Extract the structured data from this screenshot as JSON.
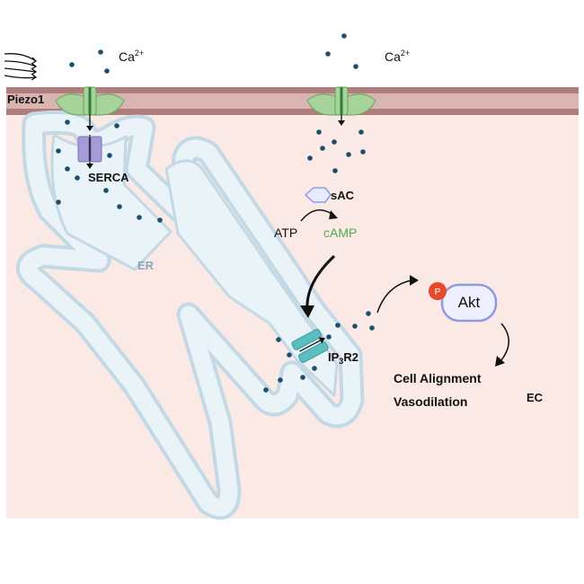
{
  "labels": {
    "piezo1": "Piezo1",
    "ca_left": "Ca",
    "ca_left_sup": "2+",
    "ca_right": "Ca",
    "ca_right_sup": "2+",
    "serca": "SERCA",
    "er": "ER",
    "sac": "sAC",
    "atp": "ATP",
    "camp": "cAMP",
    "ip3r2_main": "IP",
    "ip3r2_sub": "3",
    "ip3r2_tail": "R2",
    "p": "P",
    "akt": "Akt",
    "cell_alignment": "Cell Alignment",
    "vasodilation": "Vasodilation",
    "ec": "EC"
  },
  "colors": {
    "cytoplasm": "#fbe9e6",
    "membrane_outer": "#b07d7d",
    "membrane_inner": "#d9b4b1",
    "er_fill": "#eaf3f8",
    "er_stroke": "#c3d9e6",
    "channel_green": "#a6d39a",
    "channel_dark": "#2f7d3a",
    "serca": "#a59bd6",
    "ip3r": "#5cbfbf",
    "dot": "#1d4e6e",
    "camp": "#4caf50",
    "er_text": "#8aa7c2",
    "p_badge": "#e8482b",
    "akt_stroke": "#8f9be0"
  },
  "icons": [
    "flow-arrows-icon",
    "piezo1-channel-icon",
    "serca-pump-icon",
    "sac-hexagon-icon",
    "ip3r2-channel-icon",
    "akt-protein-icon",
    "phosphate-badge-icon"
  ]
}
